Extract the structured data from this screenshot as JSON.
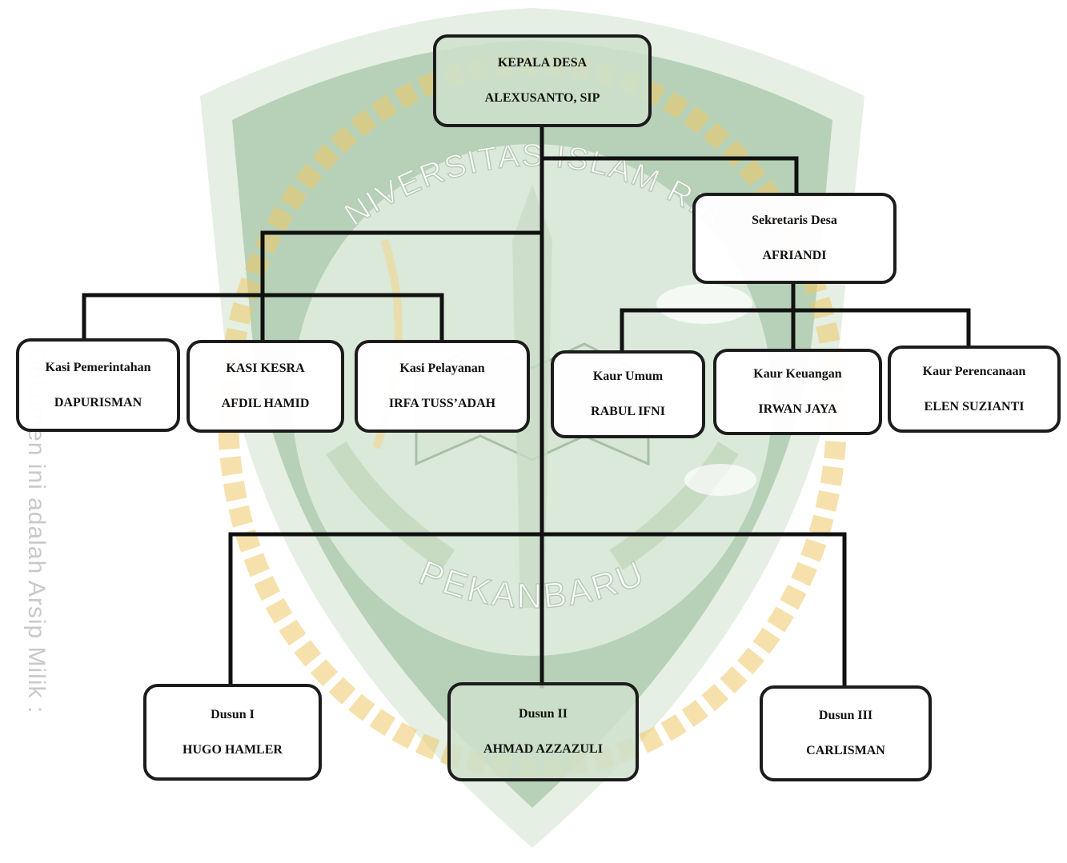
{
  "watermark": {
    "top_arc": "UNIVERSITAS ISLAM RIAU",
    "bottom_arc": "PEKANBARU",
    "side_text": "Dokumen ini adalah Arsip Milik :",
    "colors": {
      "shield": "#2f8a3e",
      "rope": "#e7b43a"
    }
  },
  "diagram": {
    "kepala": {
      "title": "KEPALA  DESA",
      "name": "ALEXUSANTO, SIP"
    },
    "sekretaris": {
      "title": "Sekretaris Desa",
      "name": "AFRIANDI"
    },
    "kasi": [
      {
        "title": "Kasi Pemerintahan",
        "name": "DAPURISMAN"
      },
      {
        "title": "KASI KESRA",
        "name": "AFDIL HAMID"
      },
      {
        "title": "Kasi Pelayanan",
        "name": "IRFA TUSS’ADAH"
      }
    ],
    "kaur": [
      {
        "title": "Kaur Umum",
        "name": "RABUL IFNI"
      },
      {
        "title": "Kaur Keuangan",
        "name": "IRWAN JAYA"
      },
      {
        "title": "Kaur Perencanaan",
        "name": "ELEN SUZIANTI"
      }
    ],
    "dusun": [
      {
        "title": "Dusun I",
        "name": "HUGO HAMLER"
      },
      {
        "title": "Dusun  II",
        "name": "AHMAD AZZAZULI"
      },
      {
        "title": "Dusun III",
        "name": "CARLISMAN"
      }
    ]
  }
}
